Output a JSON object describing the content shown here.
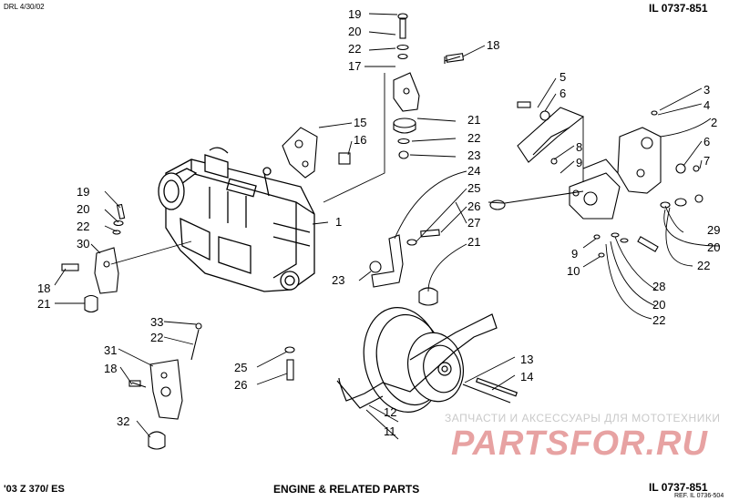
{
  "header": {
    "date_code": "DRL 4/30/02",
    "il_top": "IL 0737-851"
  },
  "footer": {
    "model": "'03 Z 370/ ES",
    "title": "ENGINE & RELATED PARTS",
    "il_bottom": "IL 0737-851",
    "ref": "REF. IL 0736-504"
  },
  "watermark": {
    "caption": "ЗАПЧАСТИ И АКСЕССУАРЫ ДЛЯ МОТОТЕХНИКИ",
    "brand": "PARTSFOR.RU"
  },
  "callouts": [
    {
      "id": "c19a",
      "text": "19"
    },
    {
      "id": "c20a",
      "text": "20"
    },
    {
      "id": "c22a",
      "text": "22"
    },
    {
      "id": "c17",
      "text": "17"
    },
    {
      "id": "c18a",
      "text": "18"
    },
    {
      "id": "c21a",
      "text": "21"
    },
    {
      "id": "c22b",
      "text": "22"
    },
    {
      "id": "c23a",
      "text": "23"
    },
    {
      "id": "c24",
      "text": "24"
    },
    {
      "id": "c25a",
      "text": "25"
    },
    {
      "id": "c26a",
      "text": "26"
    },
    {
      "id": "c27",
      "text": "27"
    },
    {
      "id": "c21b",
      "text": "21"
    },
    {
      "id": "c15",
      "text": "15"
    },
    {
      "id": "c16",
      "text": "16"
    },
    {
      "id": "c1",
      "text": "1"
    },
    {
      "id": "c5",
      "text": "5"
    },
    {
      "id": "c6a",
      "text": "6"
    },
    {
      "id": "c3",
      "text": "3"
    },
    {
      "id": "c4",
      "text": "4"
    },
    {
      "id": "c2",
      "text": "2"
    },
    {
      "id": "c6b",
      "text": "6"
    },
    {
      "id": "c7",
      "text": "7"
    },
    {
      "id": "c8",
      "text": "8"
    },
    {
      "id": "c9a",
      "text": "9"
    },
    {
      "id": "c29",
      "text": "29"
    },
    {
      "id": "c20b",
      "text": "20"
    },
    {
      "id": "c22c",
      "text": "22"
    },
    {
      "id": "c9b",
      "text": "9"
    },
    {
      "id": "c10",
      "text": "10"
    },
    {
      "id": "c28",
      "text": "28"
    },
    {
      "id": "c20c",
      "text": "20"
    },
    {
      "id": "c22d",
      "text": "22"
    },
    {
      "id": "c19b",
      "text": "19"
    },
    {
      "id": "c20d",
      "text": "20"
    },
    {
      "id": "c22e",
      "text": "22"
    },
    {
      "id": "c30",
      "text": "30"
    },
    {
      "id": "c18b",
      "text": "18"
    },
    {
      "id": "c21c",
      "text": "21"
    },
    {
      "id": "c23b",
      "text": "23"
    },
    {
      "id": "c33",
      "text": "33"
    },
    {
      "id": "c22f",
      "text": "22"
    },
    {
      "id": "c31",
      "text": "31"
    },
    {
      "id": "c18c",
      "text": "18"
    },
    {
      "id": "c32",
      "text": "32"
    },
    {
      "id": "c25b",
      "text": "25"
    },
    {
      "id": "c26b",
      "text": "26"
    },
    {
      "id": "c12",
      "text": "12"
    },
    {
      "id": "c11",
      "text": "11"
    },
    {
      "id": "c13",
      "text": "13"
    },
    {
      "id": "c14",
      "text": "14"
    }
  ]
}
